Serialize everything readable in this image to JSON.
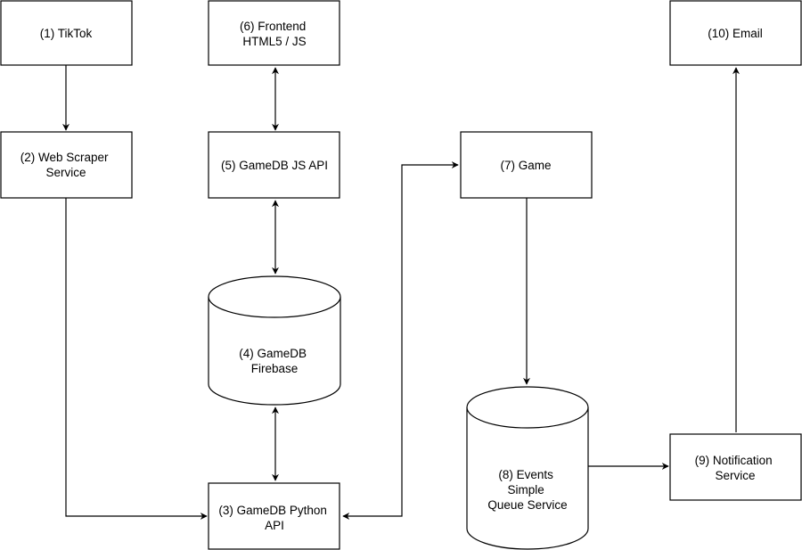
{
  "nodes": {
    "tiktok": {
      "lines": [
        "(1) TikTok"
      ]
    },
    "web_scraper": {
      "lines": [
        "(2) Web Scraper",
        "Service"
      ]
    },
    "python_api": {
      "lines": [
        "(3) GameDB Python",
        "API"
      ]
    },
    "firebase": {
      "lines": [
        "(4) GameDB",
        "Firebase"
      ]
    },
    "js_api": {
      "lines": [
        "(5) GameDB JS API"
      ]
    },
    "frontend": {
      "lines": [
        "(6) Frontend",
        "HTML5 / JS"
      ]
    },
    "game": {
      "lines": [
        "(7) Game"
      ]
    },
    "events_queue": {
      "lines": [
        "(8) Events",
        "Simple",
        "Queue Service"
      ]
    },
    "notification": {
      "lines": [
        "(9) Notification",
        "Service"
      ]
    },
    "email": {
      "lines": [
        "(10) Email"
      ]
    }
  },
  "edges": [
    {
      "from": "tiktok",
      "to": "web_scraper",
      "direction": "one-way"
    },
    {
      "from": "web_scraper",
      "to": "python_api",
      "direction": "one-way"
    },
    {
      "from": "frontend",
      "to": "js_api",
      "direction": "two-way"
    },
    {
      "from": "js_api",
      "to": "firebase",
      "direction": "two-way"
    },
    {
      "from": "firebase",
      "to": "python_api",
      "direction": "two-way"
    },
    {
      "from": "python_api",
      "to": "game",
      "direction": "two-way"
    },
    {
      "from": "game",
      "to": "events_queue",
      "direction": "one-way"
    },
    {
      "from": "events_queue",
      "to": "notification",
      "direction": "one-way"
    },
    {
      "from": "notification",
      "to": "email",
      "direction": "one-way"
    }
  ],
  "colors": {
    "stroke": "#000000",
    "fill": "#ffffff",
    "text": "#000000"
  }
}
